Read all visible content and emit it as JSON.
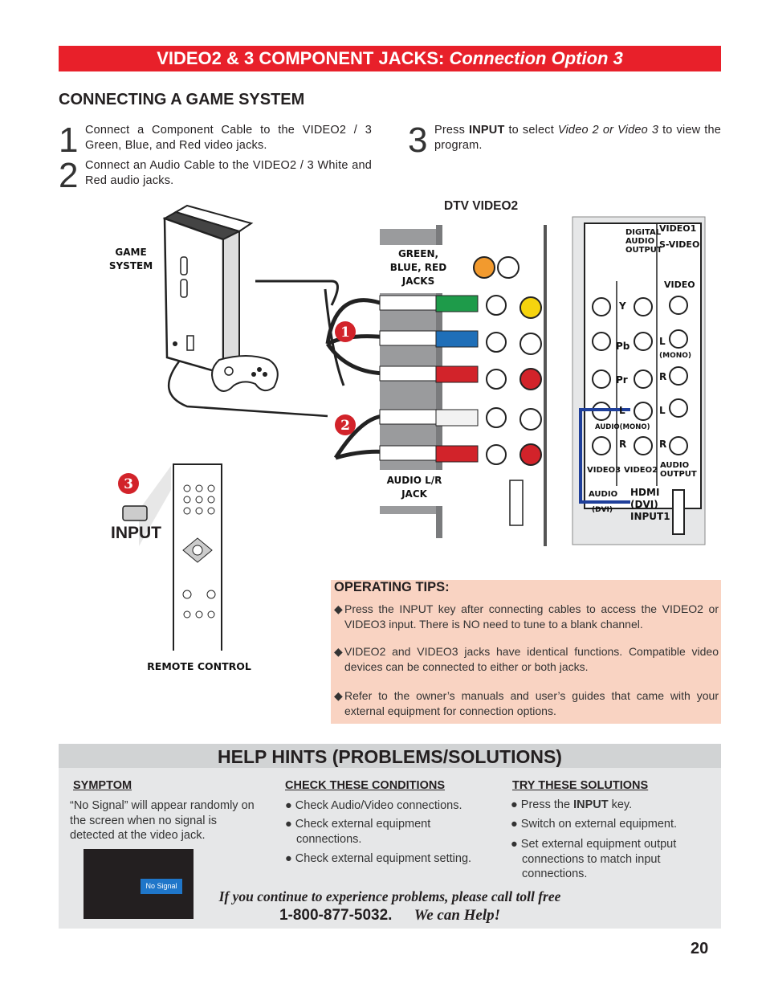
{
  "header": {
    "title_main": "VIDEO2 & 3 COMPONENT JACKS:",
    "title_italic": "Connection Option 3"
  },
  "section_heading": "CONNECTING A GAME SYSTEM",
  "steps": [
    {
      "num": "1",
      "text": "Connect a Component Cable to the VIDEO2 / 3 Green, Blue, and Red video jacks."
    },
    {
      "num": "2",
      "text": "Connect an Audio Cable to the VIDEO2 / 3 White and Red audio jacks."
    },
    {
      "num": "3",
      "text_pre": "Press",
      "text_bold": "INPUT",
      "text_mid": "to select",
      "text_italic": "Video 2 or Video 3",
      "text_post": "to view the program."
    }
  ],
  "diagram": {
    "dtv_label": "DTV VIDEO2",
    "game_system_label": [
      "GAME",
      "SYSTEM"
    ],
    "green_blue_red_label": [
      "GREEN,",
      "BLUE, RED",
      "JACKS"
    ],
    "audio_label": [
      "AUDIO L/R",
      "JACK"
    ],
    "remote_label": "REMOTE CONTROL",
    "input_label": "INPUT",
    "callouts": [
      "1",
      "2",
      "3"
    ],
    "panel": {
      "digital_audio": [
        "DIGITAL",
        "AUDIO",
        "OUTPUT"
      ],
      "video1": "VIDEO1",
      "svideo": "S-VIDEO",
      "video": "VIDEO",
      "y": "Y",
      "pb": "Pb",
      "pr": "Pr",
      "l": "L",
      "r": "R",
      "mono": "(MONO)",
      "audio_mono": "AUDIO(MONO)",
      "video3": "VIDEO3",
      "video2": "VIDEO2",
      "audio_output": [
        "AUDIO",
        "OUTPUT"
      ],
      "audio": "AUDIO",
      "dvi": "(DVI)",
      "hdmi": [
        "HDMI",
        "(DVI)",
        "INPUT1"
      ]
    }
  },
  "operating_tips": {
    "title": "OPERATING TIPS:",
    "items": [
      "Press the INPUT key after connecting cables to access the VIDEO2 or VIDEO3 input. There is NO need to tune to a blank channel.",
      "VIDEO2 and VIDEO3 jacks have identical functions. Compatible video devices can be connected to either or both jacks.",
      "Refer to the owner’s manuals and user’s guides that came with your external equipment for connection options."
    ]
  },
  "help": {
    "heading": "HELP HINTS (PROBLEMS/SOLUTIONS)",
    "symptom_head": "SYMPTOM",
    "symptom_text": "“No Signal” will appear randomly on the screen when no signal is detected at the video jack.",
    "screen_label": "No Signal",
    "conditions_head": "CHECK THESE CONDITIONS",
    "conditions": [
      "Check Audio/Video connections.",
      "Check external equipment connections.",
      "Check external equipment setting."
    ],
    "solutions_head": "TRY THESE SOLUTIONS",
    "solutions": [
      {
        "pre": "Press the",
        "bold": "INPUT",
        "post": "key."
      },
      {
        "pre": "Switch on external equipment.",
        "bold": "",
        "post": ""
      },
      {
        "pre": "Set external equipment output connections to match input connections.",
        "bold": "",
        "post": ""
      }
    ],
    "footer_line1": "If you continue to experience problems, please call toll free",
    "phone": "1-800-877-5032.",
    "we_can_help": "We can Help!"
  },
  "page_number": "20",
  "colors": {
    "title_red": "#e8202a",
    "tips_bg": "#f9d3c2",
    "help_bg": "#e6e7e8",
    "help_head_bg": "#d1d3d4",
    "callout_red": "#d2232a",
    "jack_green": "#1e9b4a",
    "jack_blue": "#1f6fb8",
    "jack_red": "#d2232a"
  }
}
